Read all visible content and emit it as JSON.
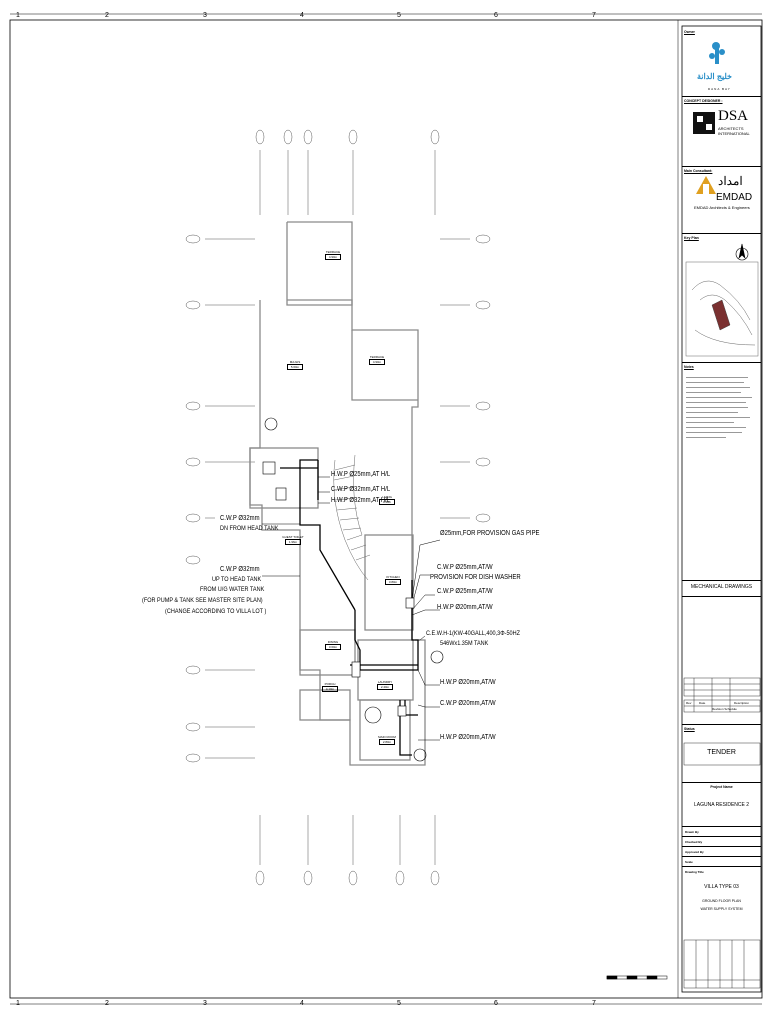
{
  "ruler": {
    "top": [
      "1",
      "2",
      "3",
      "4",
      "5",
      "6",
      "7"
    ],
    "bottom": [
      "1",
      "2",
      "3",
      "4",
      "5",
      "6",
      "7"
    ]
  },
  "plan": {
    "rooms": [
      {
        "name": "TERRACE",
        "size": "4.90m"
      },
      {
        "name": "TERRACE",
        "size": "4.90m"
      },
      {
        "name": "MAJLIS",
        "size": "5.60m"
      },
      {
        "name": "GUEST TOILET",
        "size": "1.96m"
      },
      {
        "name": "LIVING",
        "size": "4.40m"
      },
      {
        "name": "KITCHEN",
        "size": "3.80m"
      },
      {
        "name": "DINING",
        "size": "3.60m"
      },
      {
        "name": "PORCH",
        "size": "4.10m"
      },
      {
        "name": "LAUNDRY",
        "size": "2.40m"
      },
      {
        "name": "MAID ROOM",
        "size": "2.80m"
      }
    ],
    "annotations": [
      "H.W.P Ø25mm,AT H/L",
      "C.W.P Ø32mm,AT H/L",
      "H.W.P Ø32mm,AT H/L",
      "Ø25mm,FOR PROVISION GAS PIPE",
      "C.W.P Ø32mm",
      "DN FROM HEAD TANK",
      "C.W.P Ø25mm,AT/W",
      "PROVISION FOR DISH WASHER",
      "C.W.P Ø25mm,AT/W",
      "C.W.P Ø32mm",
      "UP TO HEAD TANK",
      "FROM U/G WATER TANK",
      "(FOR PUMP & TANK SEE MASTER SITE PLAN)",
      "(CHANGE ACCORDING TO VILLA LOT )",
      "H.W.P Ø20mm,AT/W",
      "C.E.W.H-1(KW-40GALL,400,3Φ-50HZ",
      "546Wx1.35M TANK",
      "H.W.P Ø20mm,AT/W",
      "C.W.P Ø20mm,AT/W",
      "H.W.P Ø20mm,AT/W"
    ]
  },
  "titleblock": {
    "owner_label": "Owner",
    "owner_name": "خليج الدانة",
    "owner_name_en": "DANA BAY",
    "concept_label": "CONCEPT DESIGNER :",
    "concept_name": "DSA",
    "concept_sub1": "ARCHITECTS",
    "concept_sub2": "INTERNATIONAL",
    "mep_label": "Main Consultant:",
    "mep_arabic": "امداد",
    "mep_name": "EMDAD",
    "mep_sub": "EMDAD Architects & Engineers",
    "keyplan_label": "Key Plan",
    "notes_label": "Notes",
    "discipline": "MECHANICAL DRAWINGS",
    "rev_label": "Rev",
    "date_label": "Date",
    "desc_label": "Description",
    "rev_caption": "Revision Schedule",
    "status_label": "Status",
    "status": "TENDER",
    "project_label": "Project Name",
    "project": "LAGUNA RESIDENCE 2",
    "drawn_label": "Drawn By",
    "checked_label": "Checked By",
    "approved_label": "Approved By",
    "scale_label": "Scale",
    "title_label": "Drawing Title",
    "title1": "VILLA TYPE 03",
    "title2": "GROUND FLOOR PLAN",
    "title3": "WATER SUPPLY SYSTEM"
  },
  "colors": {
    "line": "#000000",
    "grid": "#555555",
    "wall": "#8a8a8a"
  }
}
